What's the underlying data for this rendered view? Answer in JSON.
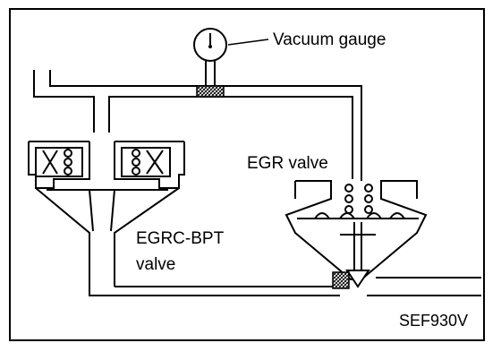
{
  "labels": {
    "vacuum_gauge": "Vacuum gauge",
    "egr_valve": "EGR valve",
    "egrc_bpt_line1": "EGRC-BPT",
    "egrc_bpt_line2": "valve",
    "figure_code": "SEF930V"
  },
  "components": {
    "gauge_icon": "vacuum-gauge-icon",
    "egrc_bpt_icon": "egrc-bpt-valve-icon",
    "egr_icon": "egr-valve-icon"
  },
  "colors": {
    "line": "#000000",
    "background": "#ffffff"
  }
}
